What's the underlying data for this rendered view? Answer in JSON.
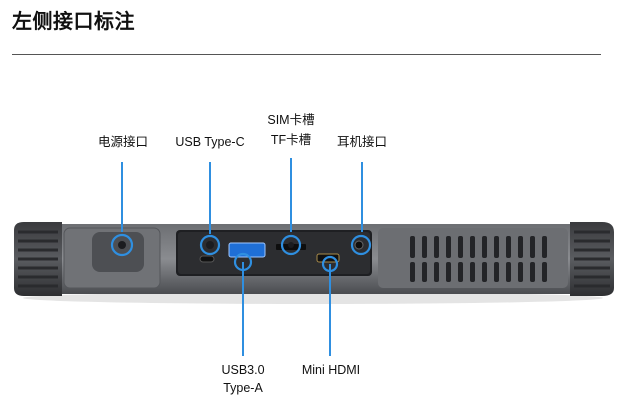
{
  "header": {
    "title": "左侧接口标注"
  },
  "accent_color": "#2f8fe0",
  "labels": {
    "power": "电源接口",
    "usbc": "USB Type-C",
    "sim_line1": "SIM卡槽",
    "sim_line2": "TF卡槽",
    "earphone": "耳机接口",
    "usb3_line1": "USB3.0",
    "usb3_line2": "Type-A",
    "hdmi": "Mini HDMI"
  },
  "ports": [
    {
      "id": "power",
      "icon": "dc-power-port-icon"
    },
    {
      "id": "usbc",
      "icon": "usb-c-port-icon"
    },
    {
      "id": "sim",
      "icon": "sim-tf-slot-icon"
    },
    {
      "id": "earphone",
      "icon": "audio-jack-icon"
    },
    {
      "id": "usb3",
      "icon": "usb-a-port-icon"
    },
    {
      "id": "hdmi",
      "icon": "mini-hdmi-port-icon"
    }
  ]
}
